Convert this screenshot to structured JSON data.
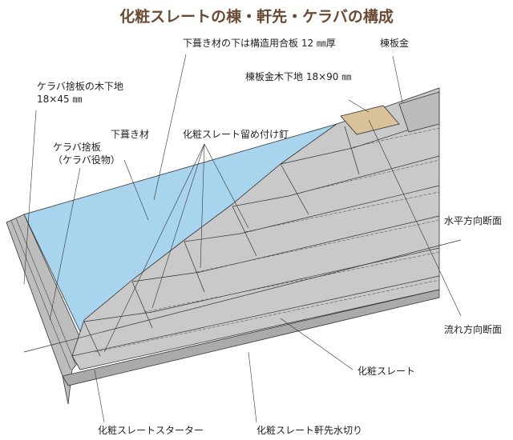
{
  "title": "化粧スレートの棟・軒先・ケラバの構成",
  "labels": {
    "plywood": "下葺き材の下は構造用合板 12 ㎜厚",
    "ridge_metal": "棟板金",
    "ridge_base": "棟板金木下地 18×90 ㎜",
    "verge_base_1": "ケラバ捨板の木下地",
    "verge_base_2": "18×45 ㎜",
    "underlay": "下葺き材",
    "nails": "化粧スレート留め付け釘",
    "verge_board_1": "ケラバ捨板",
    "verge_board_2": "（ケラバ役物）",
    "horizontal_section": "水平方向断面",
    "flow_section": "流れ方向断面",
    "slate": "化粧スレート",
    "starter": "化粧スレートスターター",
    "eave_flashing": "化粧スレート軒先水切り"
  },
  "colors": {
    "title": "#6b4a33",
    "underlay": "#a8d4ee",
    "slate": "#c9c9c9",
    "wood": "#d9c29a"
  }
}
